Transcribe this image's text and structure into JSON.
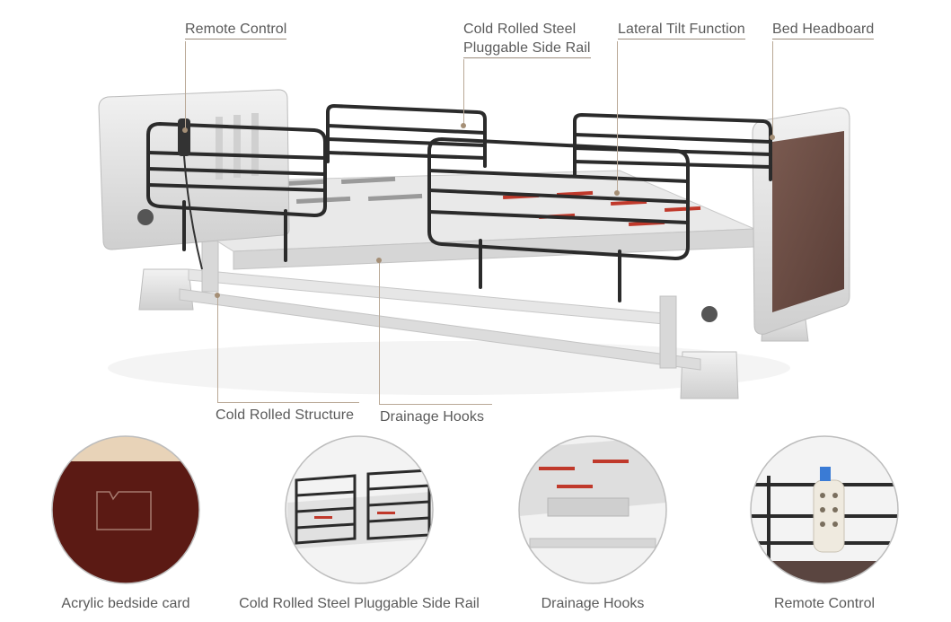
{
  "callouts": {
    "remote_control": "Remote Control",
    "side_rail_line1": "Cold Rolled Steel",
    "side_rail_line2": "Pluggable Side Rail",
    "lateral_tilt": "Lateral Tilt Function",
    "headboard": "Bed Headboard",
    "structure": "Cold Rolled Structure",
    "drainage": "Drainage Hooks"
  },
  "details": [
    {
      "caption": "Acrylic bedside card"
    },
    {
      "caption": "Cold Rolled Steel Pluggable Side Rail"
    },
    {
      "caption": "Drainage Hooks"
    },
    {
      "caption": "Remote Control"
    }
  ],
  "colors": {
    "leader": "#b9a896",
    "rail": "#2b2b2b",
    "frame": "#e3e3e3",
    "headboard_panel": "#6a4d45",
    "accent_red": "#c0392b"
  }
}
